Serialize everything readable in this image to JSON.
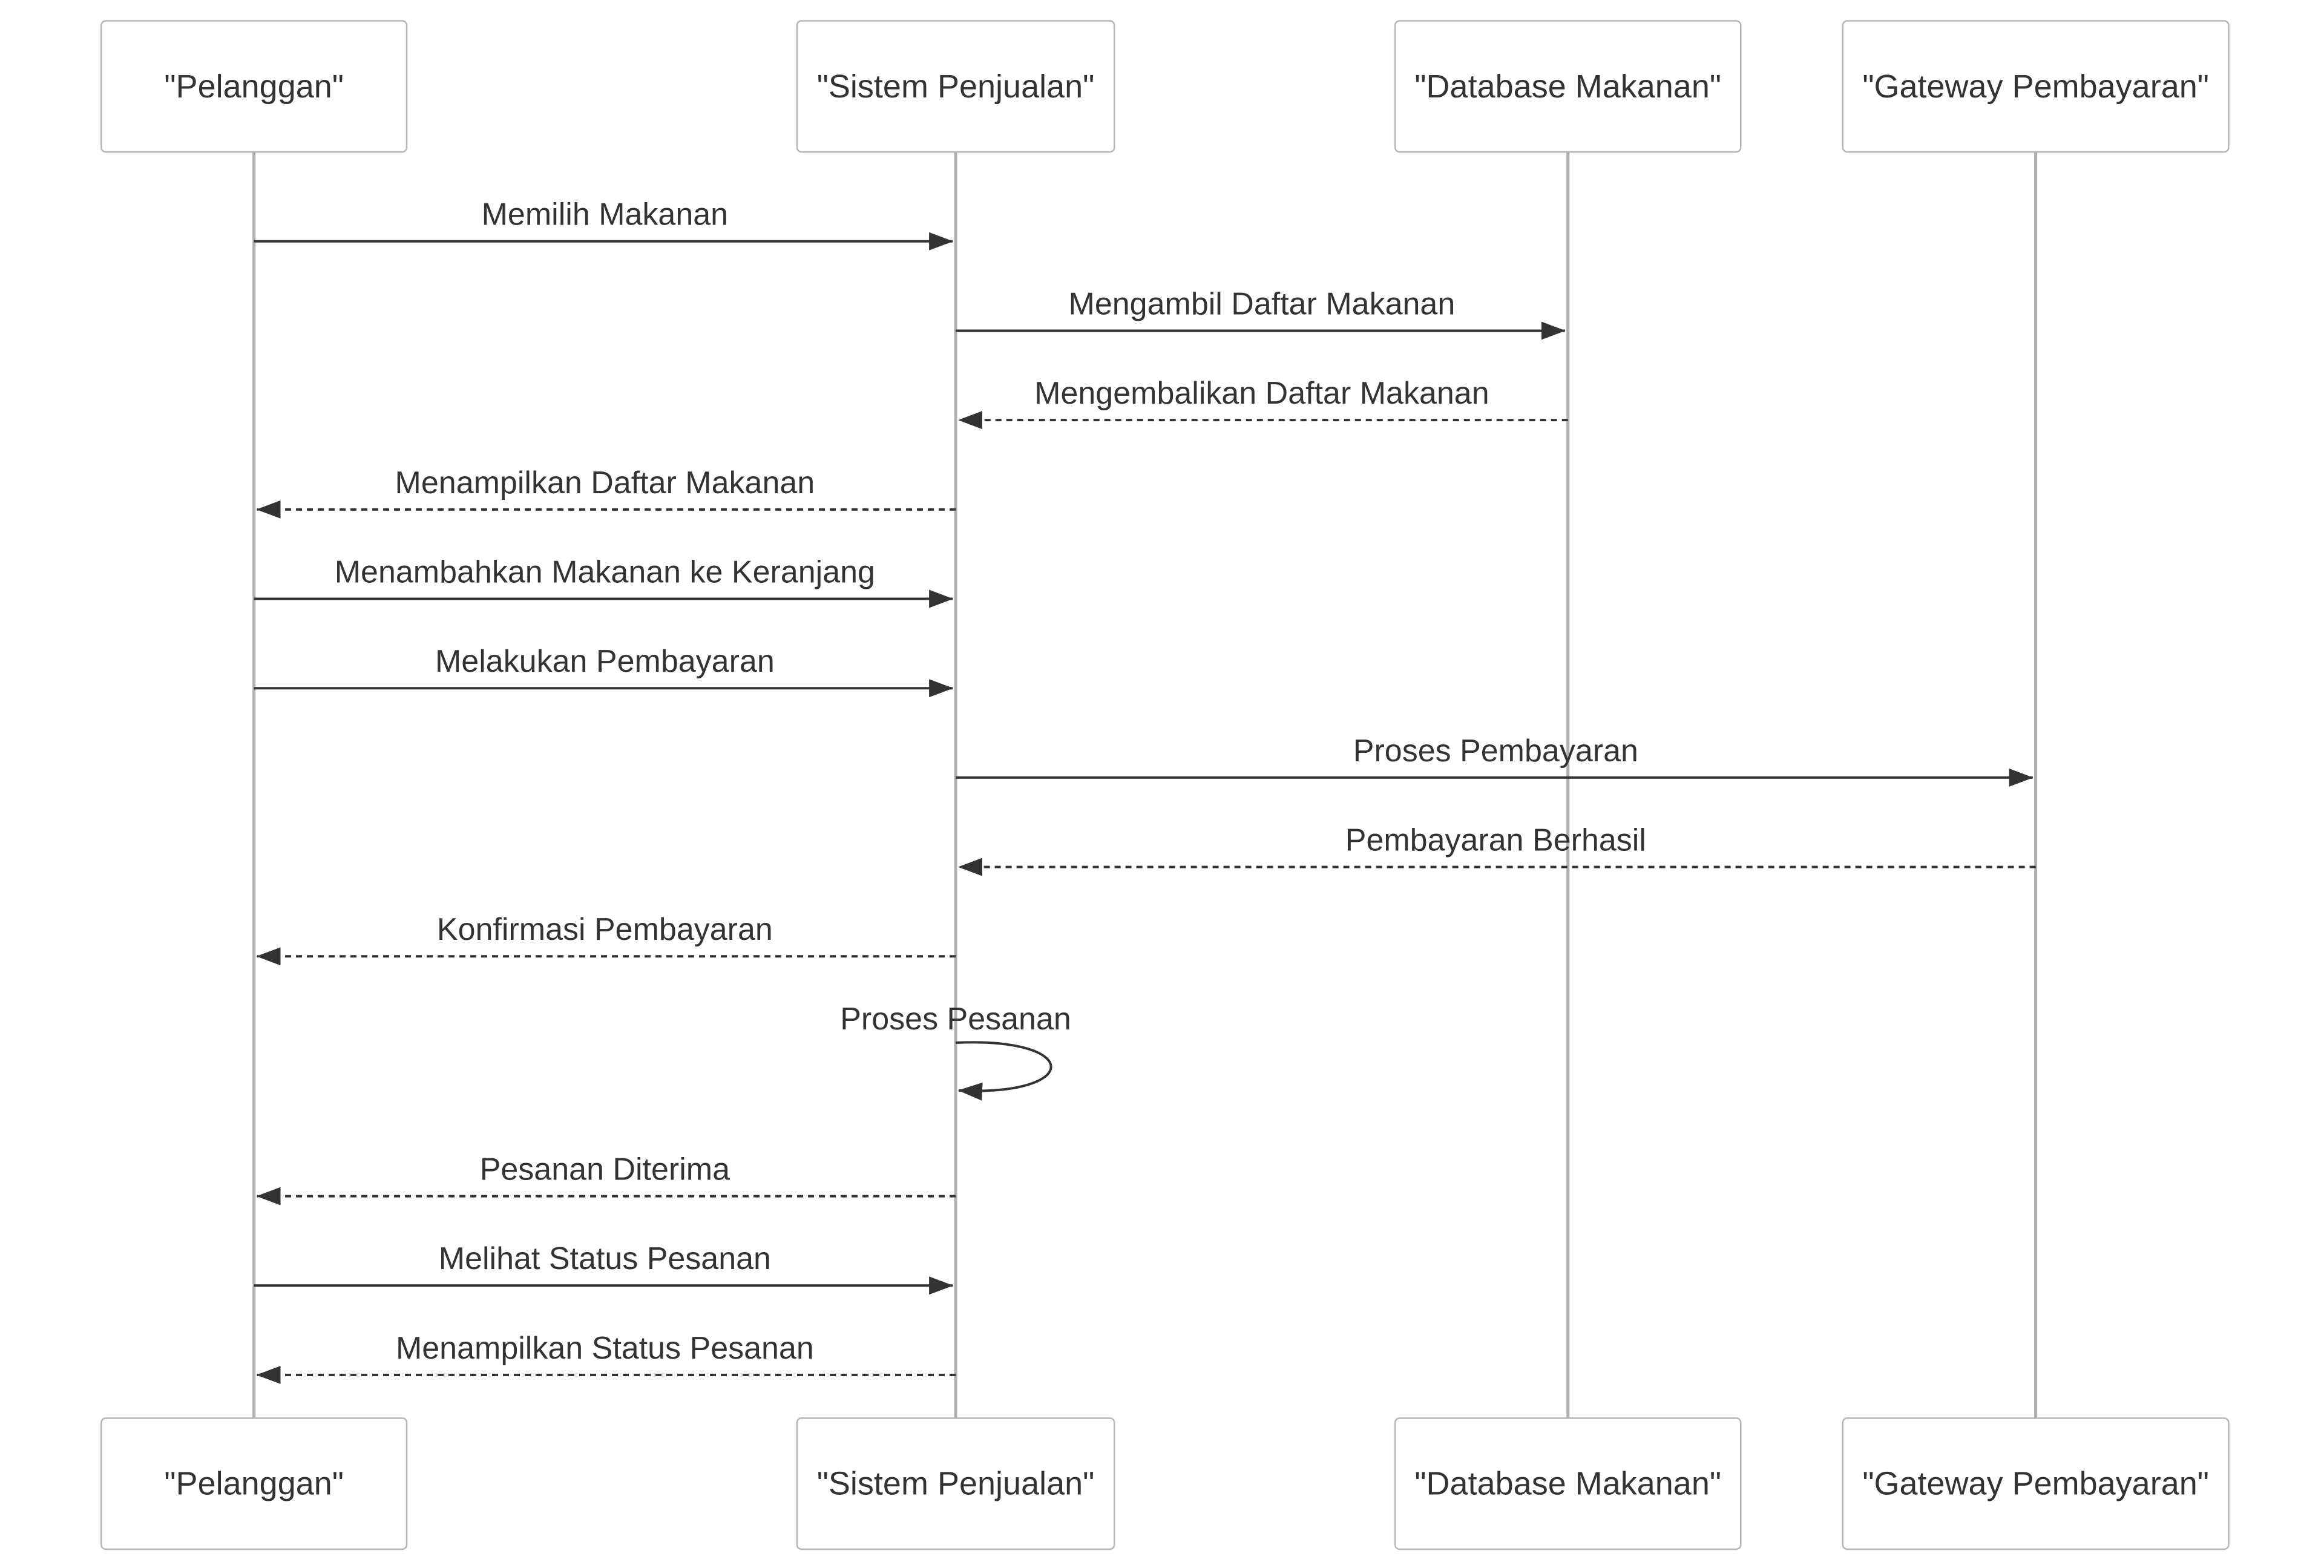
{
  "participants": [
    {
      "id": "pelanggan",
      "label": "\"Pelanggan\""
    },
    {
      "id": "sistem",
      "label": "\"Sistem Penjualan\""
    },
    {
      "id": "database",
      "label": "\"Database Makanan\""
    },
    {
      "id": "gateway",
      "label": "\"Gateway Pembayaran\""
    }
  ],
  "messages": [
    {
      "from": "pelanggan",
      "to": "sistem",
      "label": "Memilih Makanan",
      "style": "solid"
    },
    {
      "from": "sistem",
      "to": "database",
      "label": "Mengambil Daftar Makanan",
      "style": "solid"
    },
    {
      "from": "database",
      "to": "sistem",
      "label": "Mengembalikan Daftar Makanan",
      "style": "dashed"
    },
    {
      "from": "sistem",
      "to": "pelanggan",
      "label": "Menampilkan Daftar Makanan",
      "style": "dashed"
    },
    {
      "from": "pelanggan",
      "to": "sistem",
      "label": "Menambahkan Makanan ke Keranjang",
      "style": "solid"
    },
    {
      "from": "pelanggan",
      "to": "sistem",
      "label": "Melakukan Pembayaran",
      "style": "solid"
    },
    {
      "from": "sistem",
      "to": "gateway",
      "label": "Proses Pembayaran",
      "style": "solid"
    },
    {
      "from": "gateway",
      "to": "sistem",
      "label": "Pembayaran Berhasil",
      "style": "dashed"
    },
    {
      "from": "sistem",
      "to": "pelanggan",
      "label": "Konfirmasi Pembayaran",
      "style": "dashed"
    },
    {
      "from": "sistem",
      "to": "sistem",
      "label": "Proses Pesanan",
      "style": "solid"
    },
    {
      "from": "sistem",
      "to": "pelanggan",
      "label": "Pesanan Diterima",
      "style": "dashed"
    },
    {
      "from": "pelanggan",
      "to": "sistem",
      "label": "Melihat Status Pesanan",
      "style": "solid"
    },
    {
      "from": "sistem",
      "to": "pelanggan",
      "label": "Menampilkan Status Pesanan",
      "style": "dashed"
    }
  ],
  "colors": {
    "line": "#333333",
    "lifeline": "#b0b0b0",
    "box_border": "#b5b5b5",
    "box_fill": "#ffffff",
    "text": "#333333"
  }
}
